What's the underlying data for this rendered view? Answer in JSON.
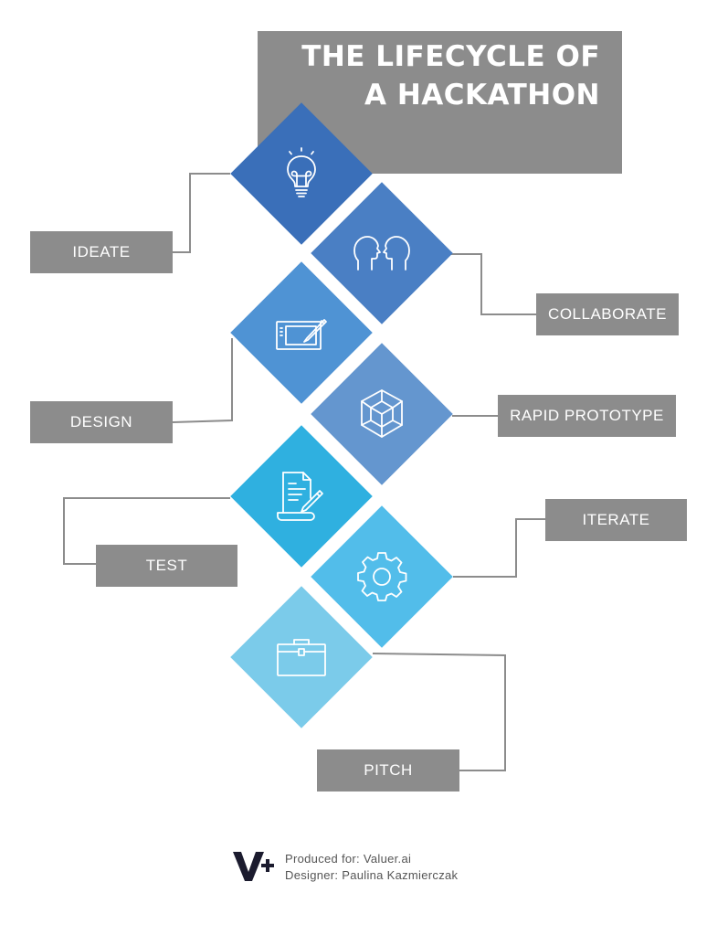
{
  "title": {
    "line1": "THE LIFECYCLE OF",
    "line2": "A HACKATHON"
  },
  "steps": [
    {
      "label": "IDEATE",
      "icon": "lightbulb-icon",
      "color": "#3a6fb9"
    },
    {
      "label": "COLLABORATE",
      "icon": "two-heads-icon",
      "color": "#4a7fc4"
    },
    {
      "label": "DESIGN",
      "icon": "drawing-tablet-icon",
      "color": "#4f93d4"
    },
    {
      "label": "RAPID PROTOTYPE",
      "icon": "cube-icon",
      "color": "#6496cf"
    },
    {
      "label": "TEST",
      "icon": "document-pen-icon",
      "color": "#2fb0e0"
    },
    {
      "label": "ITERATE",
      "icon": "gear-icon",
      "color": "#52bdea"
    },
    {
      "label": "PITCH",
      "icon": "briefcase-icon",
      "color": "#7bcbea"
    }
  ],
  "colors": {
    "label_bg": "#8c8c8c",
    "title_bg": "#8c8c8c",
    "connector": "#8c8c8c"
  },
  "footer": {
    "logo": "V+",
    "produced_for": "Produced for: Valuer.ai",
    "designer": "Designer: Paulina Kazmierczak"
  }
}
